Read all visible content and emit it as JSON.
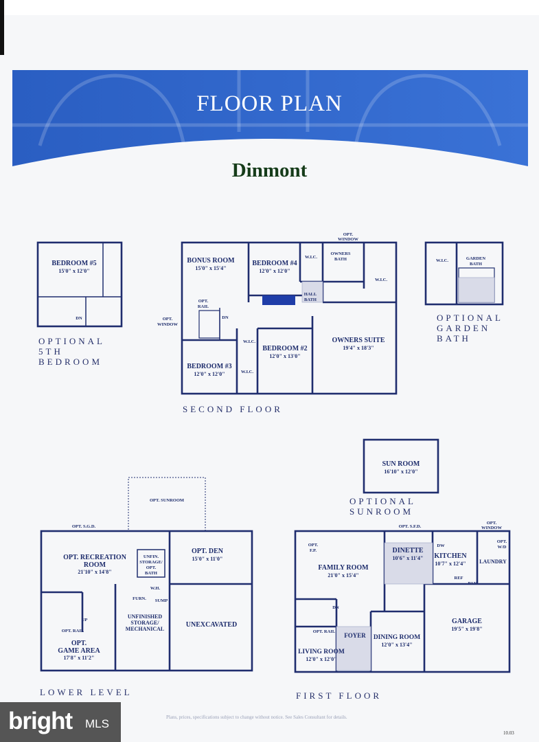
{
  "header": {
    "title": "FLOOR PLAN",
    "model": "Dinmont"
  },
  "captions": {
    "optional_5th_bedroom": [
      "OPTIONAL",
      "5TH",
      "BEDROOM"
    ],
    "second_floor": "SECOND FLOOR",
    "optional_garden_bath": [
      "OPTIONAL",
      "GARDEN",
      "BATH"
    ],
    "optional_sunroom": [
      "OPTIONAL",
      "SUNROOM"
    ],
    "lower_level": "LOWER LEVEL",
    "first_floor": "FIRST FLOOR"
  },
  "rooms": {
    "bedroom5": [
      "BEDROOM #5",
      "15'0\" x 12'0\""
    ],
    "bonus": [
      "BONUS ROOM",
      "15'0\" x 15'4\""
    ],
    "bedroom4": [
      "BEDROOM #4",
      "12'0\" x 12'0\""
    ],
    "bedroom3": [
      "BEDROOM #3",
      "12'0\" x 12'0\""
    ],
    "bedroom2": [
      "BEDROOM #2",
      "12'0\" x 13'0\""
    ],
    "owners_suite": [
      "OWNERS SUITE",
      "19'4\" x 18'3\""
    ],
    "sun_room": [
      "SUN ROOM",
      "16'10\" x 12'0\""
    ],
    "recreation": [
      "OPT. RECREATION",
      "ROOM",
      "21'10\" x 14'8\""
    ],
    "den": [
      "OPT. DEN",
      "15'0\" x 11'0\""
    ],
    "game": [
      "OPT.",
      "GAME AREA",
      "17'8\" x 11'2\""
    ],
    "unfinished": [
      "UNFINISHED",
      "STORAGE/",
      "MECHANICAL"
    ],
    "unexcavated": "UNEXCAVATED",
    "family": [
      "FAMILY ROOM",
      "21'0\" x 15'4\""
    ],
    "dinette": [
      "DINETTE",
      "10'6\" x 11'4\""
    ],
    "kitchen": [
      "KITCHEN",
      "10'7\" x 12'4\""
    ],
    "laundry": "LAUNDRY",
    "garage": [
      "GARAGE",
      "19'5\" x 19'8\""
    ],
    "living": [
      "LIVING ROOM",
      "12'0\" x 12'0\""
    ],
    "dining": [
      "DINING ROOM",
      "12'0\" x 13'4\""
    ],
    "foyer": "FOYER"
  },
  "labels": {
    "wic": "W.I.C.",
    "owners_bath": [
      "OWNERS",
      "BATH"
    ],
    "hall_bath": [
      "HALL",
      "BATH"
    ],
    "garden_bath": [
      "GARDEN",
      "BATH"
    ],
    "opt_window": [
      "OPT.",
      "WINDOW"
    ],
    "opt_rail": [
      "OPT.",
      "RAIL"
    ],
    "opt_rail_line": "OPT. RAIL",
    "dn": "DN",
    "up": "UP",
    "opt_sunroom": "OPT. SUNROOM",
    "opt_sgd": "OPT. S.G.D.",
    "opt_sfd": "OPT. S.F.D.",
    "unfin_storage": [
      "UNFIN.",
      "STORAGE/",
      "OPT.",
      "BATH"
    ],
    "wh": "W.H.",
    "furn": "FURN.",
    "sump": "SUMP",
    "opt_fp": [
      "OPT.",
      "F.P."
    ],
    "dw": "DW",
    "ref": "REF",
    "pan": "PAN",
    "opt_wd": [
      "OPT.",
      "W/D"
    ]
  },
  "footer": {
    "disclaimer": "Plans, prices, specifications subject to change without notice. See Sales Consultant for details.",
    "code": "10.03"
  },
  "logo": {
    "brand": "bright",
    "suffix": "MLS"
  },
  "colors": {
    "banner": "#2e64c8",
    "ink": "#1d2a63",
    "model": "#163c1a",
    "tile": "#9ca3c4"
  }
}
